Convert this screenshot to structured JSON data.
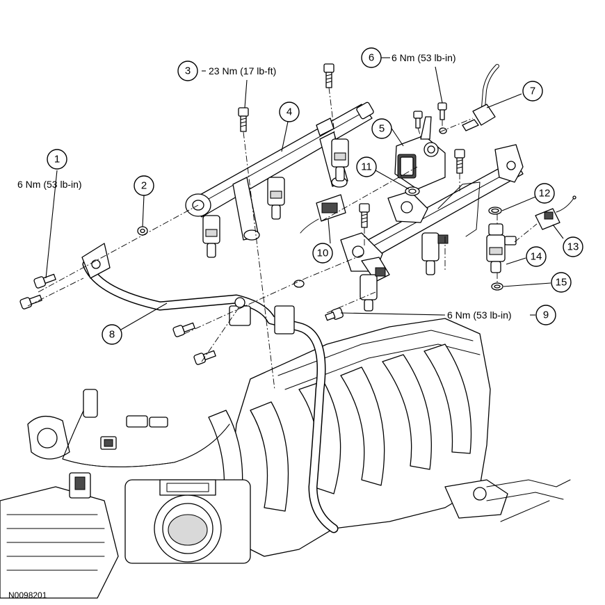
{
  "figure_id": "N0098201",
  "callouts": [
    {
      "number": "1",
      "torque": "6 Nm (53 lb-in)"
    },
    {
      "number": "2"
    },
    {
      "number": "3",
      "torque": "23 Nm (17 lb-ft)"
    },
    {
      "number": "4"
    },
    {
      "number": "5"
    },
    {
      "number": "6",
      "torque": "6 Nm (53 lb-in)"
    },
    {
      "number": "7"
    },
    {
      "number": "8"
    },
    {
      "number": "9",
      "torque": "6 Nm (53 lb-in)"
    },
    {
      "number": "10"
    },
    {
      "number": "11"
    },
    {
      "number": "12"
    },
    {
      "number": "13"
    },
    {
      "number": "14"
    },
    {
      "number": "15"
    }
  ]
}
